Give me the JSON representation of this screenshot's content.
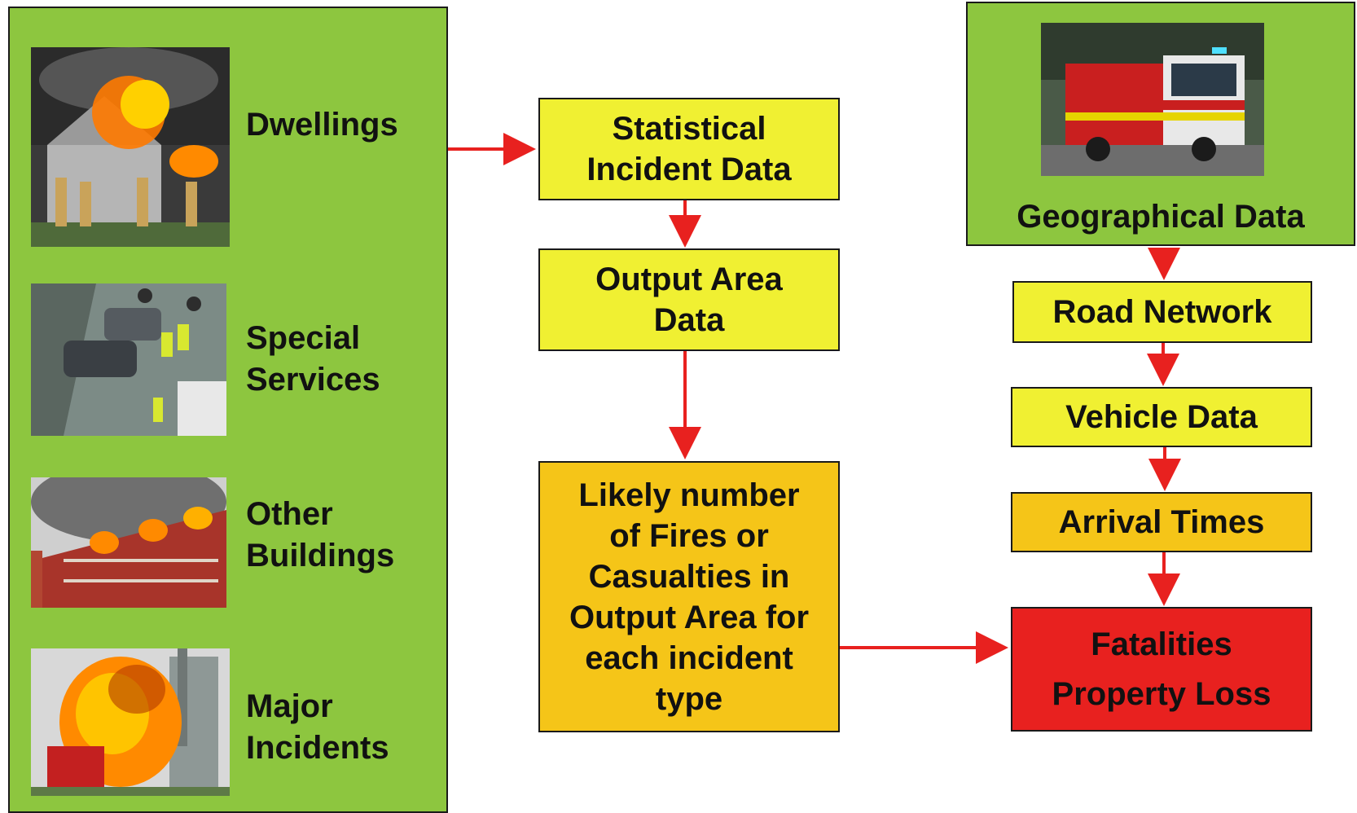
{
  "categories": [
    {
      "label_line1": "Dwellings",
      "label_line2": "",
      "icon": "house-fire-photo"
    },
    {
      "label_line1": "Special",
      "label_line2": "Services",
      "icon": "car-rescue-photo"
    },
    {
      "label_line1": "Other",
      "label_line2": "Buildings",
      "icon": "factory-fire-photo"
    },
    {
      "label_line1": "Major",
      "label_line2": "Incidents",
      "icon": "industrial-explosion-photo"
    }
  ],
  "middle": {
    "statistical": {
      "line1": "Statistical",
      "line2": "Incident Data"
    },
    "output_area": {
      "line1": "Output Area",
      "line2": "Data"
    },
    "likely": {
      "lines": [
        "Likely number",
        "of Fires or",
        "Casualties in",
        "Output Area for",
        "each incident",
        "type"
      ]
    }
  },
  "right": {
    "geographical": "Geographical Data",
    "road_network": "Road Network",
    "vehicle_data": "Vehicle Data",
    "arrival_times": "Arrival Times",
    "fatalities": "Fatalities",
    "property_loss": "Property Loss"
  },
  "colors": {
    "green": "#8dc63f",
    "yellow": "#f0f032",
    "orange": "#f5c518",
    "red": "#e8211f",
    "arrow": "#e8211f"
  }
}
